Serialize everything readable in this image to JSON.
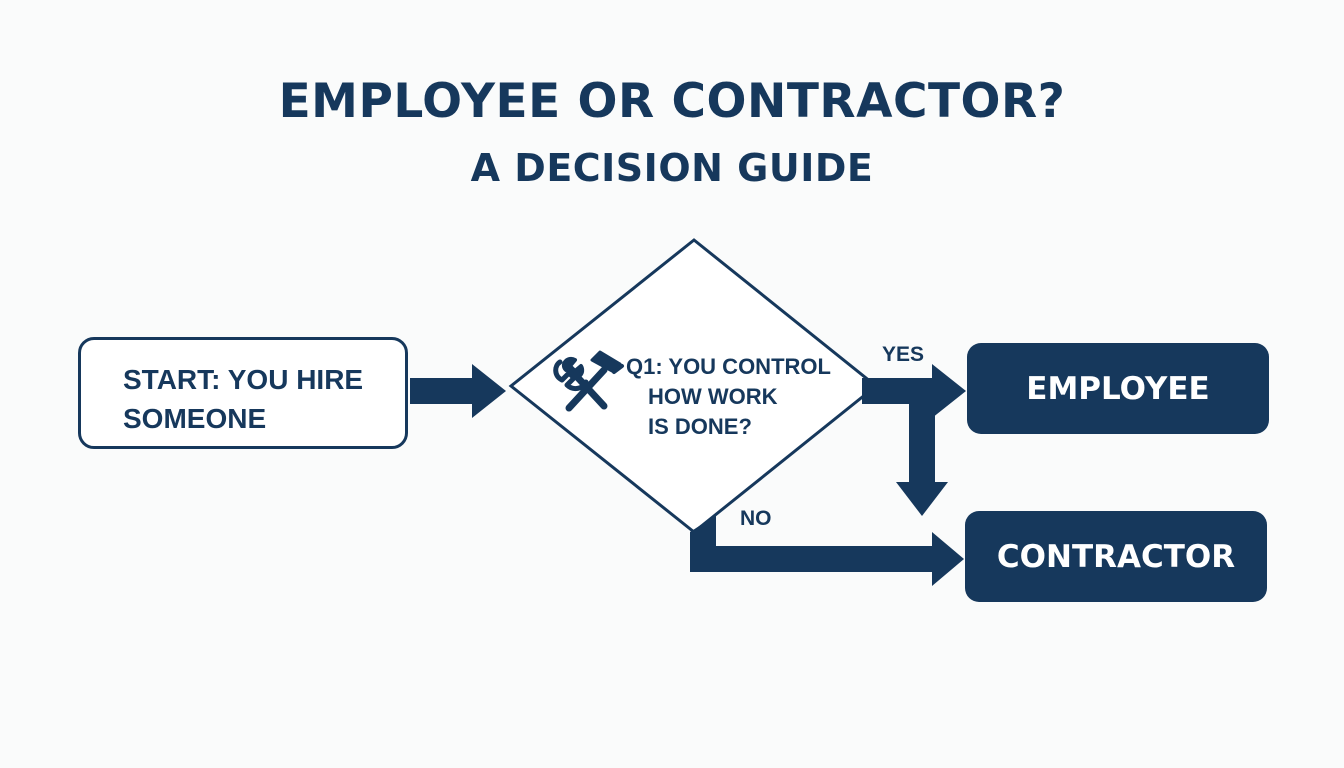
{
  "header": {
    "title": "EMPLOYEE OR CONTRACTOR?",
    "subtitle": "A DECISION GUIDE"
  },
  "flowchart": {
    "start": {
      "label": "START: YOU HIRE SOMEONE"
    },
    "decision": {
      "icon": "wrench-hammer-icon",
      "lines": [
        "Q1: YOU CONTROL",
        "HOW WORK",
        "IS DONE?"
      ]
    },
    "branches": {
      "yes_label": "YES",
      "no_label": "NO"
    },
    "outcomes": {
      "employee": "EMPLOYEE",
      "contractor": "CONTRACTOR"
    }
  },
  "colors": {
    "primary": "#16385c",
    "background": "#fafbfb",
    "box_fill": "#ffffff",
    "outcome_text": "#ffffff"
  }
}
